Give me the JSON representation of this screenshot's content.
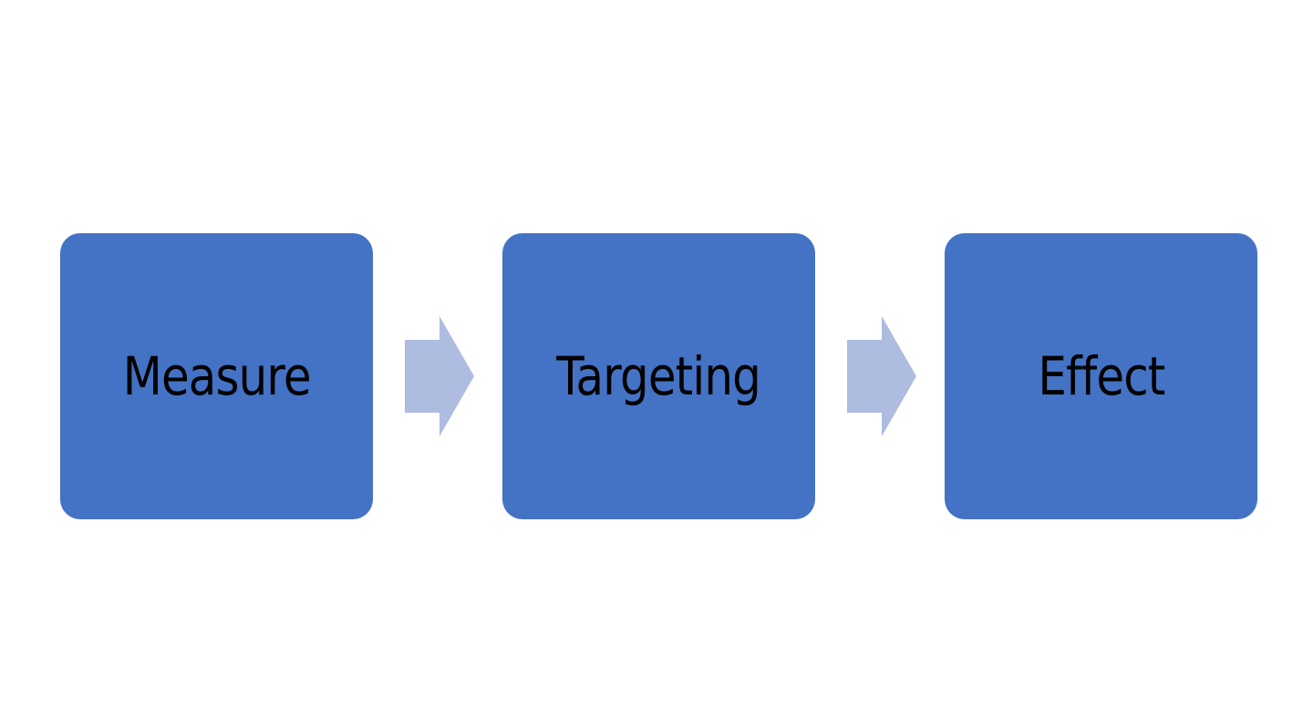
{
  "colors": {
    "box_fill": "#4472C4",
    "arrow_fill": "#AEBCE0",
    "label_text": "#000000",
    "background": "#FFFFFF"
  },
  "steps": [
    {
      "label": "Measure"
    },
    {
      "label": "Targeting"
    },
    {
      "label": "Effect"
    }
  ],
  "connectors": [
    {
      "icon": "right-arrow-icon"
    },
    {
      "icon": "right-arrow-icon"
    }
  ]
}
